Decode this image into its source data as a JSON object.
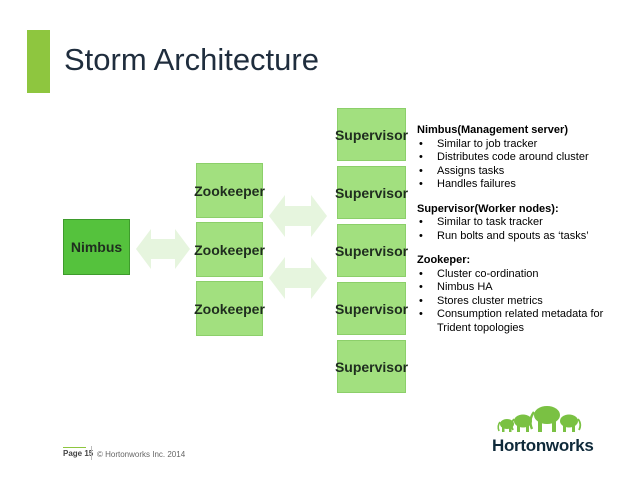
{
  "slide": {
    "title": "Storm Architecture",
    "accent_color": "#8ec63f"
  },
  "diagram": {
    "nimbus_label": "Nimbus",
    "zookeepers": [
      "Zookeeper",
      "Zookeeper",
      "Zookeeper"
    ],
    "supervisors": [
      "Supervisor",
      "Supervisor",
      "Supervisor",
      "Supervisor",
      "Supervisor"
    ],
    "colors": {
      "nimbus": "#55c23d",
      "node": "#a2e07f",
      "arrow": "#e6f5de"
    }
  },
  "info": {
    "sections": [
      {
        "heading": "Nimbus(Management server)",
        "bullets": [
          "Similar to job tracker",
          "Distributes code around cluster",
          "Assigns tasks",
          "Handles failures"
        ]
      },
      {
        "heading": "Supervisor(Worker nodes):",
        "bullets": [
          "Similar to task tracker",
          "Run bolts and spouts as ‘tasks’"
        ]
      },
      {
        "heading": "Zookeper:",
        "bullets": [
          "Cluster co-ordination",
          "Nimbus HA",
          "Stores cluster metrics",
          "Consumption related metadata for Trident topologies"
        ]
      }
    ]
  },
  "footer": {
    "page": "Page 15",
    "copyright": "© Hortonworks Inc. 2014",
    "logo_text": "Hortonworks",
    "logo_icon": "elephant-herd-icon"
  }
}
